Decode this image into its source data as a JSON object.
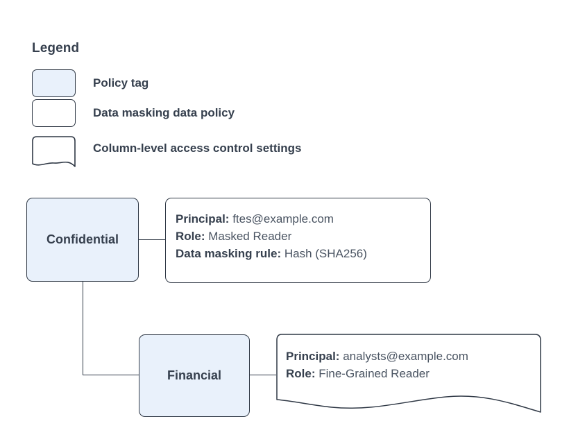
{
  "legend": {
    "title": "Legend",
    "items": [
      {
        "label": "Policy tag",
        "swatch": "rounded-rect-filled",
        "fill": "#e9f1fb"
      },
      {
        "label": "Data masking data policy",
        "swatch": "rounded-rect-white",
        "fill": "#ffffff"
      },
      {
        "label": "Column-level access control settings",
        "swatch": "wavy-bottom-card",
        "fill": "#ffffff"
      }
    ]
  },
  "diagram": {
    "nodes": [
      {
        "id": "confidential",
        "label": "Confidential",
        "type": "policy-tag",
        "fill": "#e9f1fb"
      },
      {
        "id": "financial",
        "label": "Financial",
        "type": "policy-tag",
        "fill": "#e9f1fb"
      }
    ],
    "cards": [
      {
        "id": "masking",
        "type": "data-masking-data-policy",
        "lines": [
          {
            "label": "Principal:",
            "value": "ftes@example.com"
          },
          {
            "label": "Role:",
            "value": "Masked Reader"
          },
          {
            "label": "Data masking rule:",
            "value": "Hash (SHA256)"
          }
        ]
      },
      {
        "id": "access",
        "type": "column-level-access-control-settings",
        "lines": [
          {
            "label": "Principal:",
            "value": "analysts@example.com"
          },
          {
            "label": "Role:",
            "value": "Fine-Grained Reader"
          }
        ]
      }
    ]
  },
  "colors": {
    "stroke": "#2f3845",
    "tag_fill": "#e9f1fb",
    "card_fill": "#ffffff",
    "text_bold": "#36404e",
    "text_value": "#495361",
    "background": "#ffffff"
  }
}
